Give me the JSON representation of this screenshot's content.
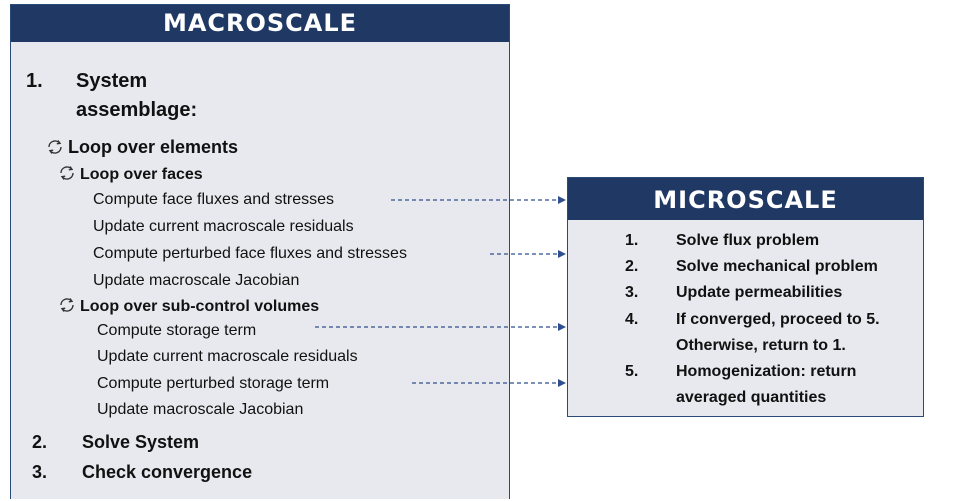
{
  "macroscale": {
    "title": "MACROSCALE",
    "step1_num": "1.",
    "step1_label_line1": "System",
    "step1_label_line2": "assemblage:",
    "loop_elements": "Loop over elements",
    "loop_faces": "Loop over faces",
    "face_items": [
      "Compute face fluxes and stresses",
      "Update current macroscale residuals",
      "Compute perturbed face fluxes and stresses",
      "Update macroscale Jacobian"
    ],
    "loop_subcontrol": "Loop over sub-control volumes",
    "subcontrol_items": [
      "Compute storage term",
      "Update current macroscale residuals",
      "Compute perturbed storage term",
      "Update macroscale Jacobian"
    ],
    "step2_num": "2.",
    "step2_label": "Solve System",
    "step3_num": "3.",
    "step3_label": "Check convergence"
  },
  "microscale": {
    "title": "MICROSCALE",
    "steps": [
      {
        "num": "1.",
        "line1": "Solve flux problem"
      },
      {
        "num": "2.",
        "line1": "Solve mechanical problem"
      },
      {
        "num": "3.",
        "line1": "Update permeabilities"
      },
      {
        "num": "4.",
        "line1": "If converged, proceed to 5.",
        "line2": "Otherwise, return to 1."
      },
      {
        "num": "5.",
        "line1": "Homogenization: return",
        "line2": "averaged quantities"
      }
    ]
  },
  "colors": {
    "header_bg": "#1f3864",
    "panel_bg": "#e7e9ee",
    "arrow": "#2f4f8f"
  },
  "icons": {
    "loop": "circular-arrows-icon",
    "arrow": "dashed-arrow-right"
  }
}
